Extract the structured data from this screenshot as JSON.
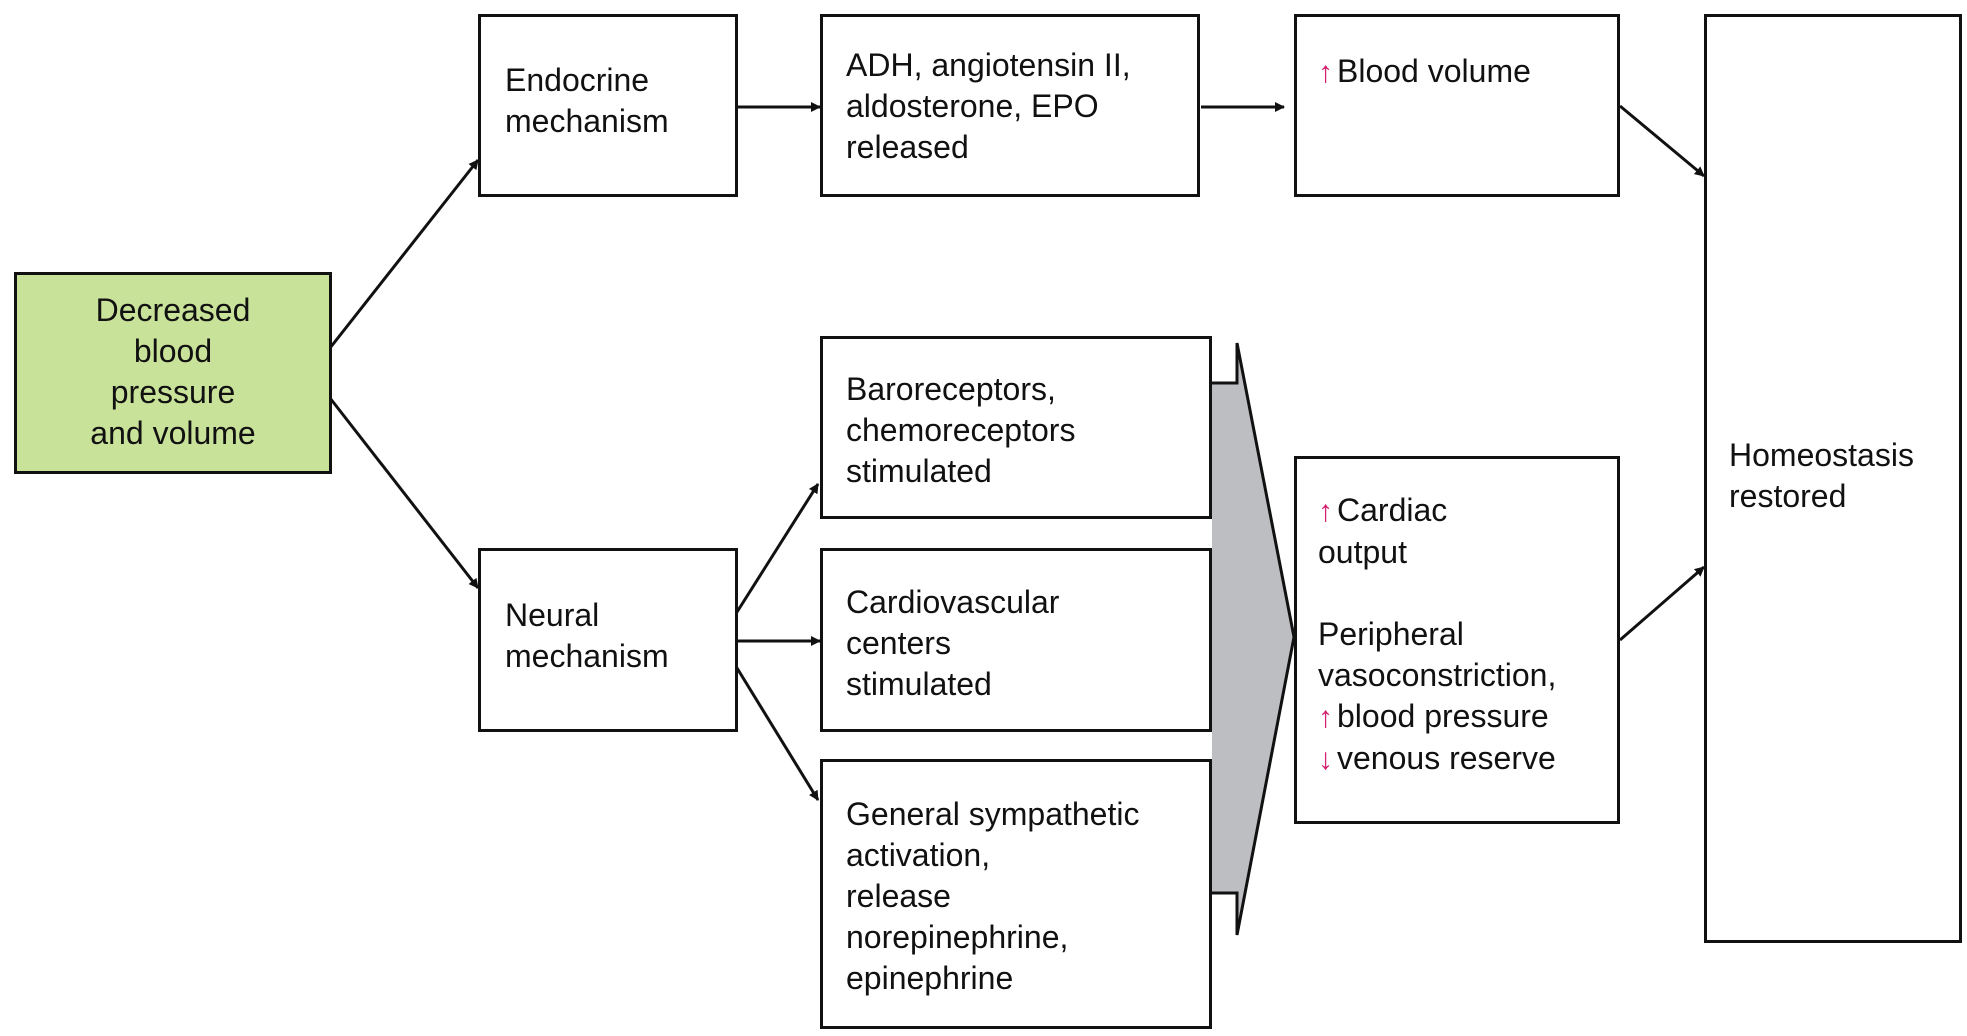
{
  "colors": {
    "start_fill": "#c9e29a",
    "line": "#111111",
    "merge_fill": "#bcbec1",
    "arrow_mark": "#d4206e"
  },
  "icons": {
    "up": "up-arrow-icon",
    "down": "down-arrow-icon"
  },
  "nodes": {
    "start": {
      "lines": [
        "Decreased",
        "blood",
        "pressure",
        "and volume"
      ]
    },
    "endocrine": {
      "lines": [
        "Endocrine",
        "mechanism"
      ]
    },
    "hormones": {
      "lines": [
        "ADH, angiotensin II,",
        "aldosterone, EPO",
        "released"
      ]
    },
    "blood_volume": {
      "mark": "↑",
      "text": "Blood volume"
    },
    "neural": {
      "lines": [
        "Neural",
        "mechanism"
      ]
    },
    "baroreceptors": {
      "lines": [
        "Baroreceptors,",
        "chemoreceptors",
        "stimulated"
      ]
    },
    "cardiovascular": {
      "lines": [
        "Cardiovascular",
        "centers",
        "stimulated"
      ]
    },
    "sympathetic": {
      "lines": [
        "General sympathetic",
        "activation,",
        "release",
        "norepinephrine,",
        "epinephrine"
      ]
    },
    "cardiac": {
      "line1_mark": "↑",
      "line1_text": "Cardiac",
      "line2": "output",
      "line3": "Peripheral",
      "line4": "vasoconstriction,",
      "line5_mark": "↑",
      "line5_text": "blood pressure",
      "line6_mark": "↓",
      "line6_text": "venous reserve"
    },
    "homeostasis": {
      "lines": [
        "Homeostasis",
        "restored"
      ]
    }
  }
}
